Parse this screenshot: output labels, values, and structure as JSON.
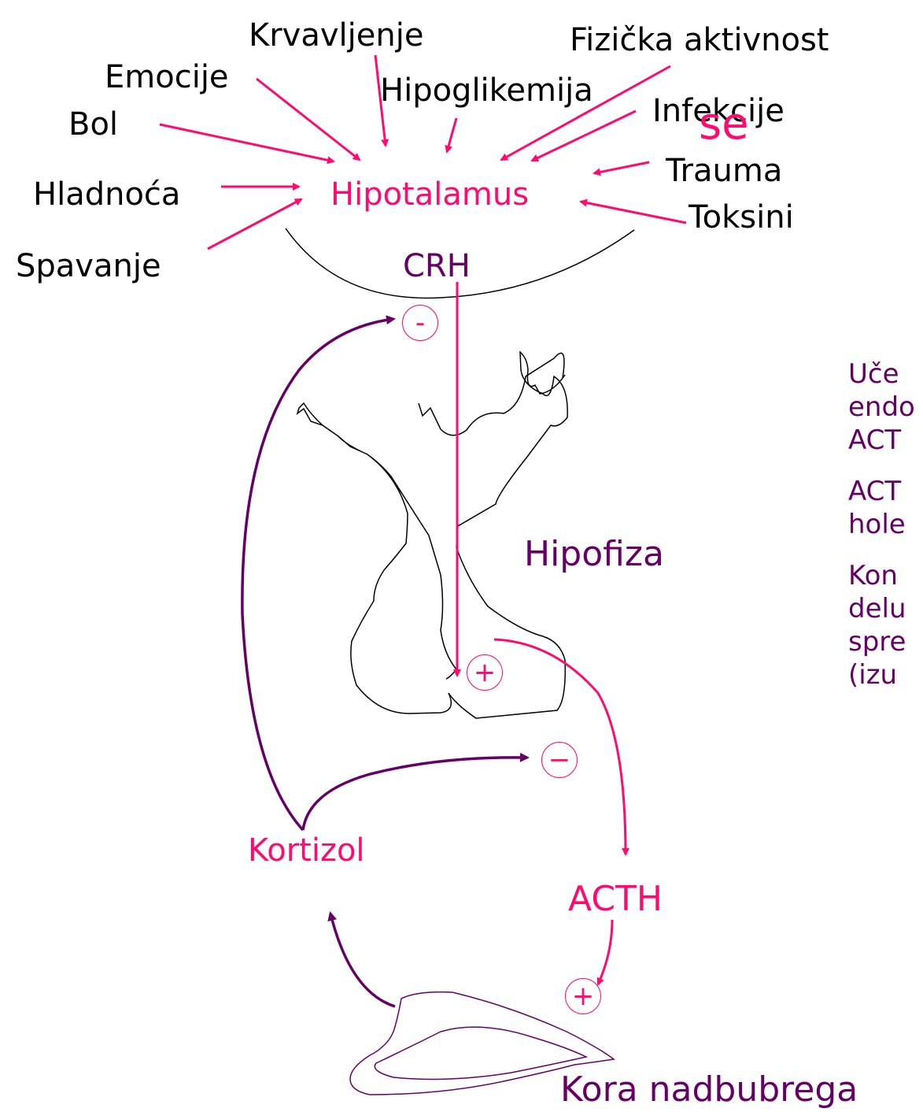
{
  "stimuli": {
    "krvavljenje": "Krvavljenje",
    "fizicka": "Fizička aktivnost",
    "emocije": "Emocije",
    "hipoglikemija": "Hipoglikemija",
    "infekcije": "Infekcije",
    "bol": "Bol",
    "trauma": "Trauma",
    "hladnoca": "Hladnoća",
    "toksini": "Toksini",
    "spavanje": "Spavanje"
  },
  "nodes": {
    "hipotalamus": "Hipotalamus",
    "crh": "CRH",
    "hipofiza": "Hipofiza",
    "kortizol": "Kortizol",
    "acth": "ACTH",
    "kora": "Kora nadbubrega"
  },
  "signs": {
    "minus_top": "-",
    "plus_pituitary": "+",
    "minus_pituitary": "−",
    "plus_adrenal": "+"
  },
  "side": {
    "title_fragment": "se",
    "lines": [
      "Uče",
      "endo",
      "ACT",
      "ACT",
      "hole",
      "Kon",
      "delu",
      "spre",
      "(izu"
    ]
  },
  "colors": {
    "pink": "#ff0a6e",
    "purple": "#660066",
    "black": "#000000"
  }
}
